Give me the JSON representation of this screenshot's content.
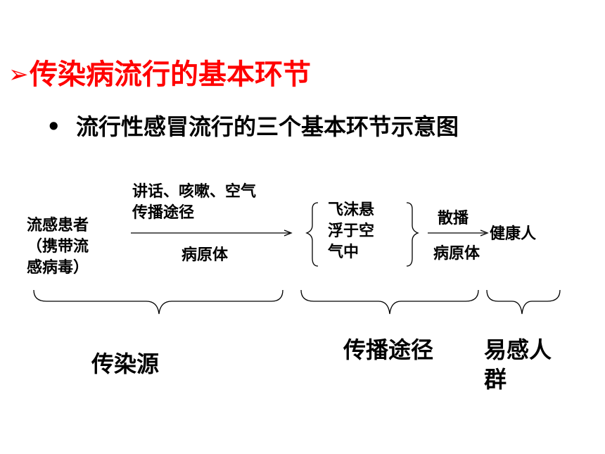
{
  "title": "传染病流行的基本环节",
  "subtitle": "流行性感冒流行的三个基本环节示意图",
  "bullet": "•",
  "diagram": {
    "patient": [
      "流感患者",
      "（携带流",
      "感病毒）"
    ],
    "route_label": [
      "讲话、咳嗽、空气",
      "传播途径"
    ],
    "pathogen_1": "病原体",
    "droplets": [
      "飞沫悬",
      "浮于空",
      "气中"
    ],
    "spread": "散播",
    "pathogen_2": "病原体",
    "healthy": "健康人",
    "group_source": "传染源",
    "group_route": "传播途径",
    "group_susceptible": [
      "易感人",
      "群"
    ]
  }
}
